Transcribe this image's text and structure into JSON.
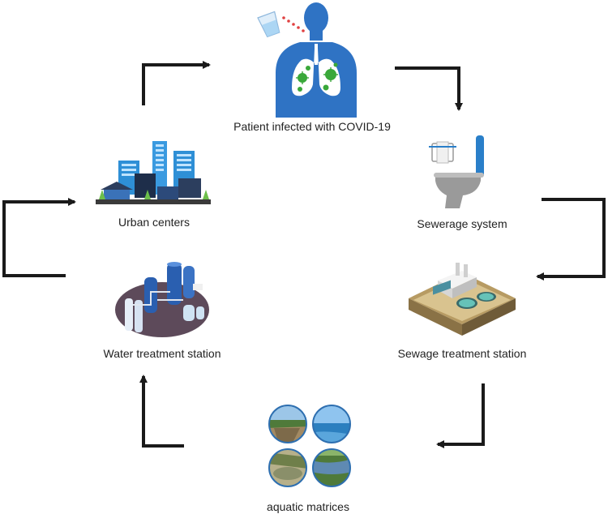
{
  "nodes": {
    "patient": {
      "label": "Patient infected with COVID-19",
      "icon": "patient-lungs-virus-icon"
    },
    "sewerage": {
      "label": "Sewerage system",
      "icon": "toilet-icon"
    },
    "sewage_treatment": {
      "label": "Sewage treatment station",
      "icon": "sewage-plant-icon"
    },
    "aquatic": {
      "label": "aquatic matrices",
      "icon": "water-bodies-photos-icon"
    },
    "water_treatment": {
      "label": "Water treatment station",
      "icon": "water-plant-icon"
    },
    "urban": {
      "label": "Urban centers",
      "icon": "city-buildings-icon"
    }
  },
  "colors": {
    "arrow": "#1a1a1a",
    "body_blue": "#2f73c4",
    "lung": "#ffffff",
    "virus": "#3aa83a",
    "building_blue": "#2e8fd6",
    "toilet_gray": "#9a9a9a",
    "toilet_blue": "#2a7fc9"
  }
}
